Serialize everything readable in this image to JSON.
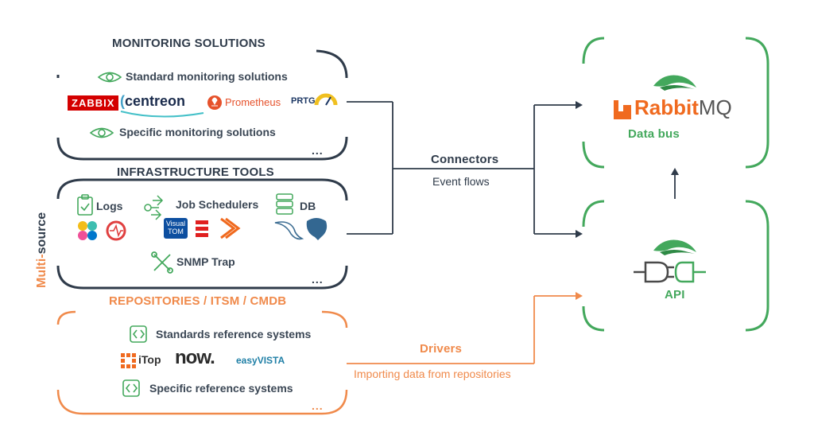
{
  "sections": {
    "monitoring": {
      "title": "MONITORING SOLUTIONS",
      "standard": "Standard monitoring solutions",
      "specific": "Specific monitoring solutions",
      "dots": "...",
      "logos": {
        "zabbix": "ZABBIX",
        "centreon": "centreon",
        "prometheus": "Prometheus",
        "prtg": "PRTG"
      }
    },
    "infrastructure": {
      "title": "INFRASTRUCTURE TOOLS",
      "logs": "Logs",
      "job_schedulers": "Job Schedulers",
      "db": "DB",
      "snmp": "SNMP Trap",
      "dots": "...",
      "vtom": "Visual TOM"
    },
    "repositories": {
      "title": "REPOSITORIES / ITSM / CMDB",
      "standards": "Standards reference systems",
      "specific": "Specific reference systems",
      "dots": "...",
      "logos": {
        "itop": "iTop",
        "now": "now.",
        "easyvista": "easyVISTA"
      }
    }
  },
  "side_label": {
    "prefix": "Multi-",
    "suffix": "source"
  },
  "connectors": {
    "title": "Connectors",
    "subtitle": "Event flows"
  },
  "drivers": {
    "title": "Drivers",
    "subtitle": "Importing data from repositories"
  },
  "data_bus": {
    "logo_prefix": "Rabbit",
    "logo_suffix": "MQ",
    "label": "Data bus"
  },
  "api": {
    "label": "API"
  },
  "colors": {
    "dark": "#2f3b4a",
    "orange": "#f08a4b",
    "green": "#43a85c"
  }
}
